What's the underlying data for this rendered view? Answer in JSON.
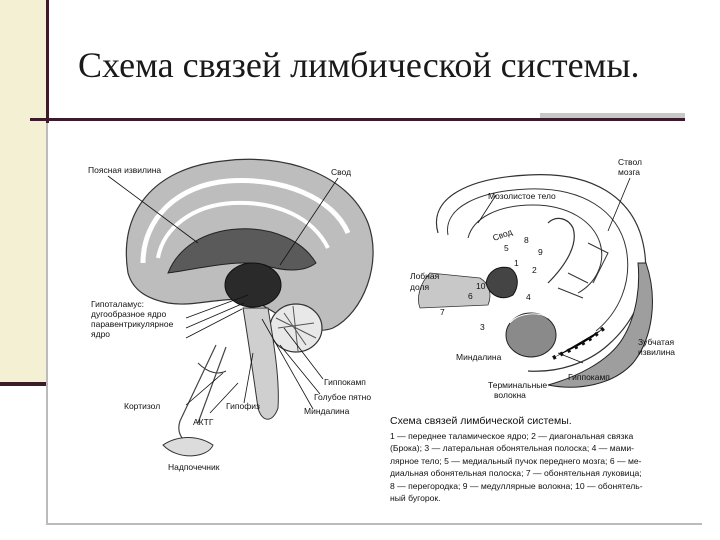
{
  "slide": {
    "title": "Схема связей лимбической системы."
  },
  "left_figure": {
    "labels": {
      "cingulate": "Поясная извилина",
      "fornix": "Свод",
      "hypothalamus_1": "Гипоталамус:",
      "hypothalamus_2": "дугообразное ядро",
      "hypothalamus_3": "паравентрикулярное",
      "hypothalamus_4": "ядро",
      "hippocampus": "Гиппокамп",
      "locus": "Голубое пятно",
      "amygdala": "Миндалина",
      "cortisol": "Кортизол",
      "pituitary": "Гипофиз",
      "acth": "АКТГ",
      "adrenal": "Надпочечник"
    }
  },
  "right_figure": {
    "labels": {
      "stem_1": "Ствол",
      "stem_2": "мозга",
      "corpus": "Мозолистое тело",
      "fornix": "Свод",
      "frontal_1": "Лобная",
      "frontal_2": "доля",
      "amygdala": "Миндалина",
      "terminal_1": "Терминальные",
      "terminal_2": "волокна",
      "dentate_1": "Зубчатая",
      "dentate_2": "извилина",
      "hippocampus": "Гиппокамп",
      "n1": "1",
      "n2": "2",
      "n3": "3",
      "n4": "4",
      "n5": "5",
      "n6": "6",
      "n7": "7",
      "n8": "8",
      "n9": "9",
      "n10": "10"
    }
  },
  "caption": {
    "title": "Схема связей лимбической системы.",
    "lines": [
      "1 — переднее таламическое ядро; 2 — диагональная связка",
      "(Брока); 3 — латеральная обонятельная полоска; 4 — мами-",
      "лярное тело; 5 — медиальный пучок переднего мозга; 6 — ме-",
      "диальная обонятельная полоска; 7 — обонятельная луковица;",
      "8 — перегородка; 9 — медуллярные волокна; 10 — обонятель-",
      "ный бугорок."
    ]
  }
}
